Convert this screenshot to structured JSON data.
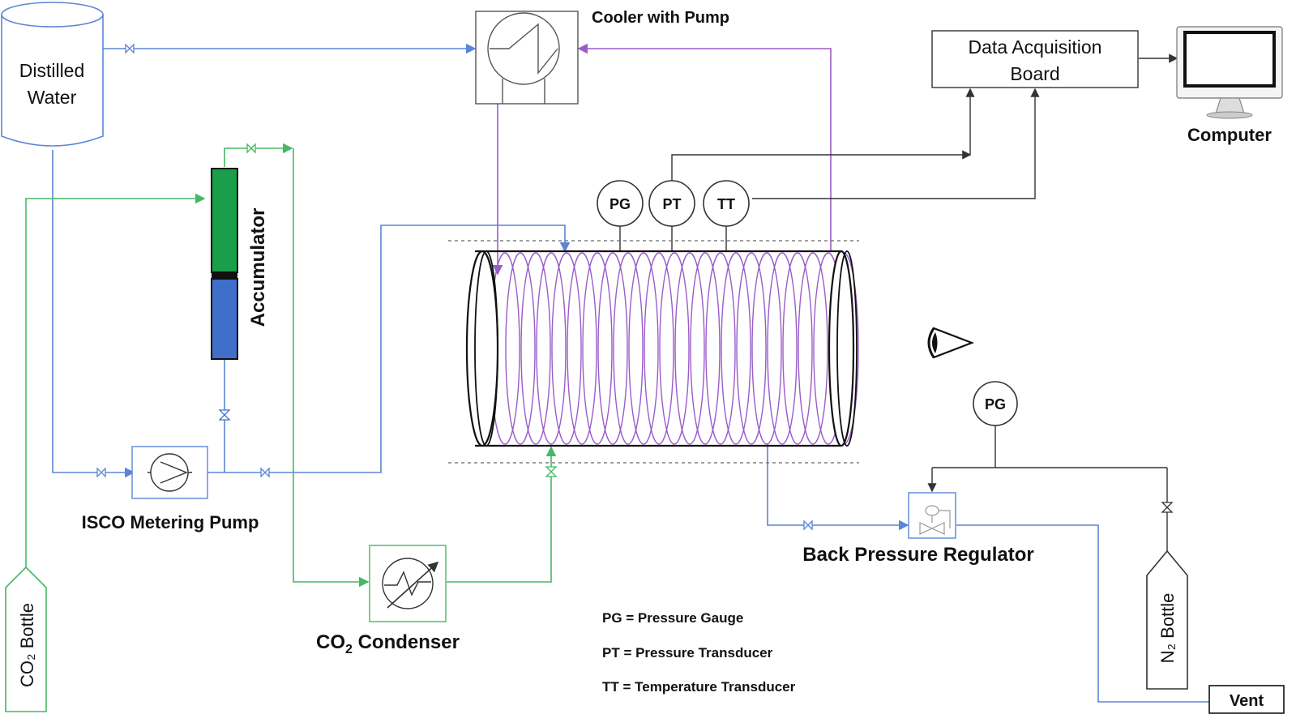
{
  "labels": {
    "distilled_water_line1": "Distilled",
    "distilled_water_line2": "Water",
    "cooler": "Cooler with Pump",
    "daq_line1": "Data Acquisition",
    "daq_line2": "Board",
    "computer": "Computer",
    "accumulator": "Accumulator",
    "isco_pump": "ISCO Metering Pump",
    "co2_bottle": "CO₂ Bottle",
    "co2_condenser_prefix": "CO",
    "co2_condenser_sub": "2",
    "co2_condenser_suffix": " Condenser",
    "bpr": "Back Pressure Regulator",
    "n2_bottle": "N₂ Bottle",
    "vent": "Vent",
    "gauge_pg": "PG",
    "gauge_pt": "PT",
    "gauge_tt": "TT",
    "gauge_pg2": "PG"
  },
  "legend": [
    "PG = Pressure Gauge",
    "PT = Pressure Transducer",
    "TT = Temperature Transducer"
  ],
  "colors": {
    "water_line": "#5b86d6",
    "co2_line": "#45b864",
    "coil_line": "#9a5cc9",
    "signal_line": "#333333",
    "accumulator_co2": "#1a9e4a",
    "accumulator_water": "#3f6fc9"
  }
}
